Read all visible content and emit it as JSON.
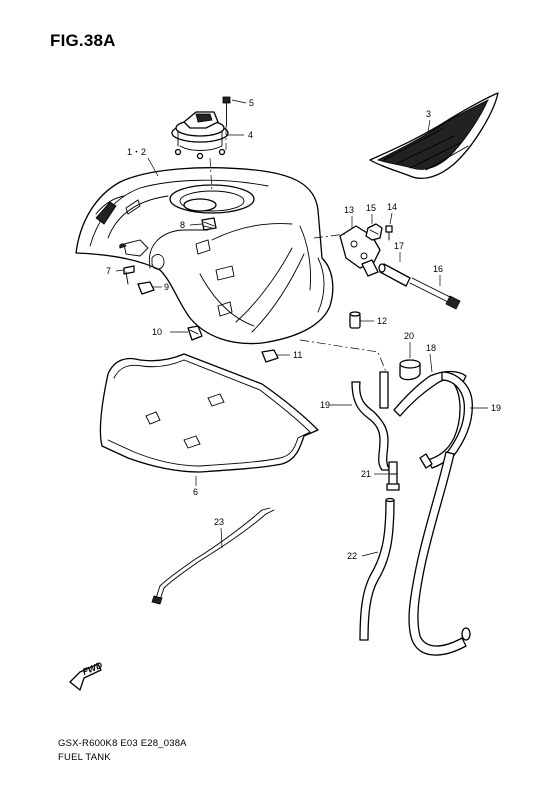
{
  "figure": {
    "title": "FIG.38A",
    "model_code": "GSX-R600K8 E03 E28_038A",
    "section_name": "FUEL TANK",
    "fwd_marker": "FWD"
  },
  "callouts": [
    {
      "id": "c1-2",
      "label": "1・2"
    },
    {
      "id": "c3",
      "label": "3"
    },
    {
      "id": "c4",
      "label": "4"
    },
    {
      "id": "c5",
      "label": "5"
    },
    {
      "id": "c6",
      "label": "6"
    },
    {
      "id": "c7",
      "label": "7"
    },
    {
      "id": "c8",
      "label": "8"
    },
    {
      "id": "c9",
      "label": "9"
    },
    {
      "id": "c10",
      "label": "10"
    },
    {
      "id": "c11",
      "label": "11"
    },
    {
      "id": "c12",
      "label": "12"
    },
    {
      "id": "c13",
      "label": "13"
    },
    {
      "id": "c14",
      "label": "14"
    },
    {
      "id": "c15",
      "label": "15"
    },
    {
      "id": "c16",
      "label": "16"
    },
    {
      "id": "c17",
      "label": "17"
    },
    {
      "id": "c18",
      "label": "18"
    },
    {
      "id": "c19a",
      "label": "19"
    },
    {
      "id": "c19b",
      "label": "19"
    },
    {
      "id": "c20",
      "label": "20"
    },
    {
      "id": "c21",
      "label": "21"
    },
    {
      "id": "c22",
      "label": "22"
    },
    {
      "id": "c23",
      "label": "23"
    }
  ]
}
